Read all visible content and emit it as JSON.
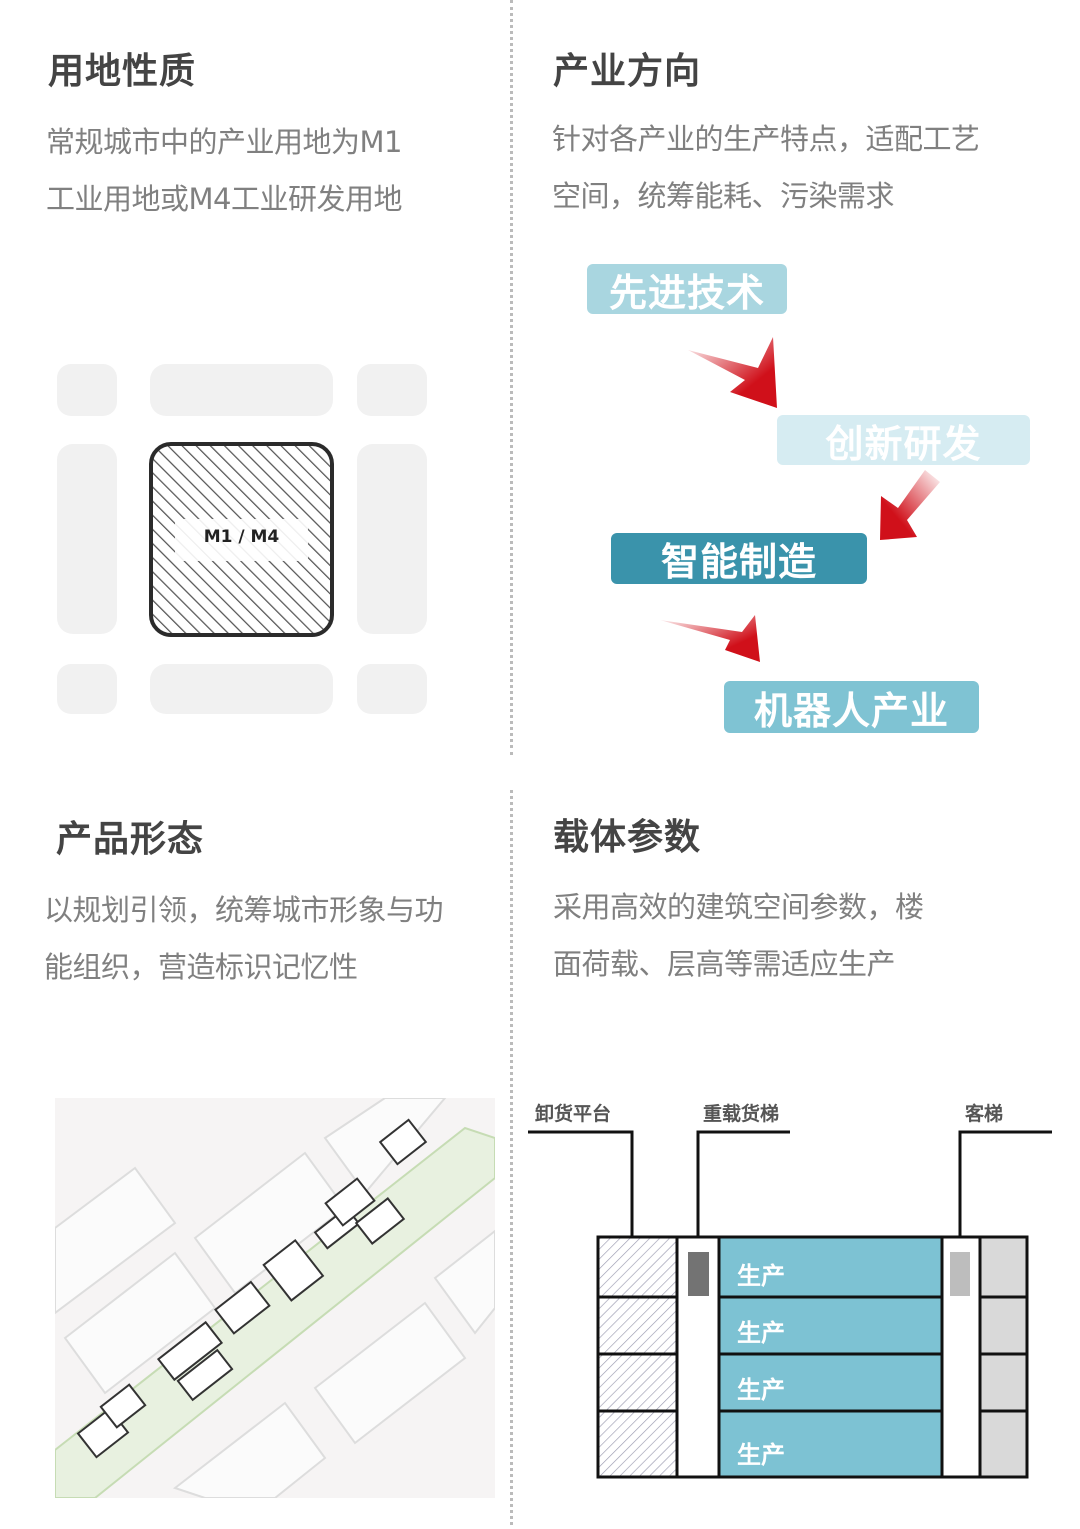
{
  "panels": [
    {
      "title": "用地性质",
      "lines": [
        "常规城市中的产业用地为M1",
        "工业用地或M4工业研发用地"
      ]
    },
    {
      "title": "产业方向",
      "lines": [
        "针对各产业的生产特点，适配工艺",
        "空间，统筹能耗、污染需求"
      ]
    },
    {
      "title": "产品形态",
      "lines": [
        "以规划引领，统筹城市形象与功",
        "能组织，营造标识记忆性"
      ]
    },
    {
      "title": "载体参数",
      "lines": [
        "采用高效的建筑空间参数，楼",
        "面荷载、层高等需适应生产"
      ]
    }
  ],
  "land_plot": {
    "label": "M1 / M4"
  },
  "flow": {
    "steps": [
      "先进技术",
      "创新研发",
      "智能制造",
      "机器人产业"
    ],
    "colors": [
      "#a9d6e0",
      "#d6ecf2",
      "#3a93ab",
      "#7fc3d3"
    ],
    "arrow_color": "#d0101a"
  },
  "section": {
    "labels": [
      "卸货平台",
      "重载货梯",
      "客梯"
    ],
    "floors": [
      "生产",
      "生产",
      "生产",
      "生产"
    ],
    "production_color": "#7dc2d3"
  }
}
